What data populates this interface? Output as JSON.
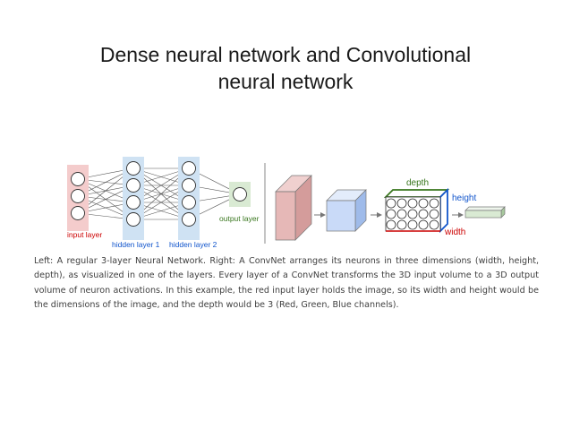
{
  "slide": {
    "title_line1": "Dense neural network and Convolutional",
    "title_line2": "neural network"
  },
  "figure": {
    "left_net": {
      "input_label": "input layer",
      "hidden1_label": "hidden layer 1",
      "hidden2_label": "hidden layer 2",
      "output_label": "output layer",
      "input_neurons": 3,
      "hidden1_neurons": 4,
      "hidden2_neurons": 4,
      "output_neurons": 1,
      "colors": {
        "input": "#f4cccc",
        "hidden": "#cfe2f3",
        "output": "#d9ead3",
        "label_red": "#cc0000",
        "label_blue": "#1155cc",
        "label_green": "#38761d"
      }
    },
    "convnet": {
      "depth_label": "depth",
      "height_label": "height",
      "width_label": "width",
      "colors": {
        "input_box": "#e6b8b7",
        "volume_box": "#c9daf8",
        "depth_green": "#38761d",
        "height_blue": "#1155cc",
        "width_red": "#cc0000",
        "output_green": "#d9ead3"
      }
    }
  },
  "caption": {
    "text": "Left: A regular 3-layer Neural Network. Right: A ConvNet arranges its neurons in three dimensions (width, height, depth), as visualized in one of the layers. Every layer of a ConvNet transforms the 3D input volume to a 3D output volume of neuron activations. In this example, the red input layer holds the image, so its width and height would be the dimensions of the image, and the depth would be 3 (Red, Green, Blue channels)."
  }
}
